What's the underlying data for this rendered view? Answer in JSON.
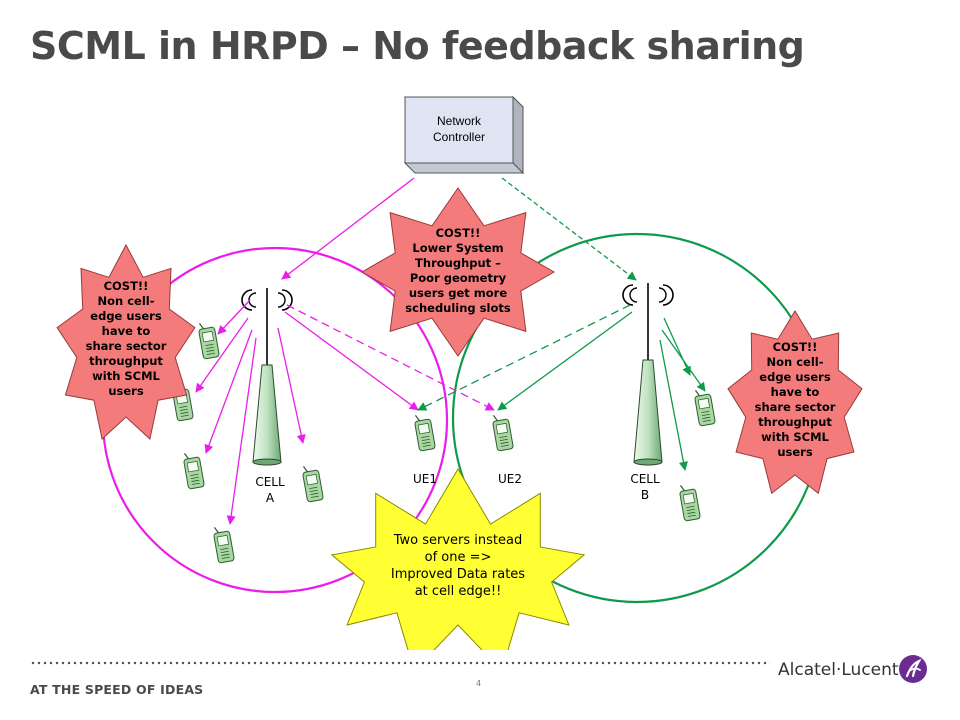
{
  "title": "SCML in HRPD – No feedback sharing",
  "network_controller": {
    "line1": "Network",
    "line2": "Controller"
  },
  "cells": [
    {
      "line1": "CELL",
      "line2": "A"
    },
    {
      "line1": "CELL",
      "line2": "B"
    }
  ],
  "ue_labels": [
    "UE1",
    "UE2"
  ],
  "callouts": {
    "left": [
      "COST!!",
      "Non cell-",
      "edge users",
      "have to",
      "share sector",
      "throughput",
      "with SCML",
      "users"
    ],
    "center": [
      "COST!!",
      "Lower System",
      "Throughput –",
      "Poor geometry",
      "users get more",
      "scheduling slots"
    ],
    "right": [
      "COST!!",
      "Non cell-",
      "edge users",
      "have to",
      "share sector",
      "throughput",
      "with SCML",
      "users"
    ],
    "bottom": [
      "Two servers instead",
      "of one =>",
      "Improved Data rates",
      "at cell edge!!"
    ]
  },
  "colors": {
    "cell_a": "#e91ee9",
    "cell_b": "#0e9a4a",
    "cost_star": "#f47b7b",
    "gain_star": "#ffff33",
    "phone": "#a8d8a0"
  },
  "footer": {
    "tagline": "AT THE SPEED OF IDEAS",
    "page": "4",
    "brand": "Alcatel·Lucent"
  }
}
